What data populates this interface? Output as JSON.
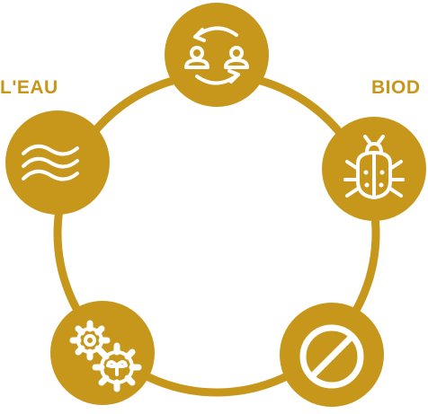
{
  "colors": {
    "primary": "#C7971C",
    "icon_stroke": "#FFFFFF",
    "background": "#FFFFFF"
  },
  "labels": {
    "left": "L'EAU",
    "right": "BIOD"
  },
  "nodes": [
    {
      "id": "exchange",
      "icon": "people-exchange-icon"
    },
    {
      "id": "biodiversity",
      "icon": "bug-icon"
    },
    {
      "id": "prohibited",
      "icon": "prohibited-icon"
    },
    {
      "id": "industry",
      "icon": "gears-leaf-icon"
    },
    {
      "id": "water",
      "icon": "water-waves-icon"
    }
  ]
}
